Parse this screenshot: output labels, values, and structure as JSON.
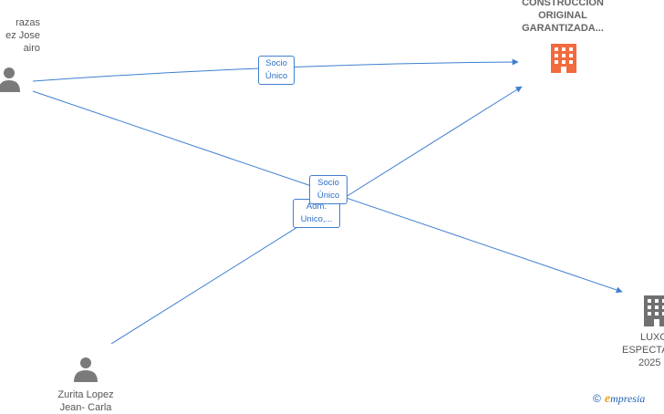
{
  "colors": {
    "edge": "#3f7fd0",
    "person_icon": "#7a7a7a",
    "company_highlight": "#f26a3d",
    "company_default": "#707070"
  },
  "nodes": {
    "person_top": {
      "lines": [
        "razas",
        "ez Jose",
        "airo"
      ],
      "icon": "person-icon"
    },
    "person_bottom": {
      "lines": [
        "Zurita Lopez",
        "Jean- Carla"
      ],
      "icon": "person-icon"
    },
    "company_top": {
      "lines": [
        "CONSTRUCCION",
        "ORIGINAL",
        "GARANTIZADA..."
      ],
      "icon": "building-icon"
    },
    "company_right": {
      "lines": [
        "LUXO",
        "ESPECTA",
        "2025"
      ],
      "icon": "building-icon"
    }
  },
  "edges": {
    "e1": {
      "lines": [
        "Socio",
        "Único"
      ]
    },
    "e2": {
      "lines": [
        "Socio",
        "Único"
      ]
    },
    "e3": {
      "lines": [
        "Adm.",
        "Unico,..."
      ]
    }
  },
  "watermark": {
    "copyright": "©",
    "brand_initial": "e",
    "brand_rest": "mpresia"
  }
}
